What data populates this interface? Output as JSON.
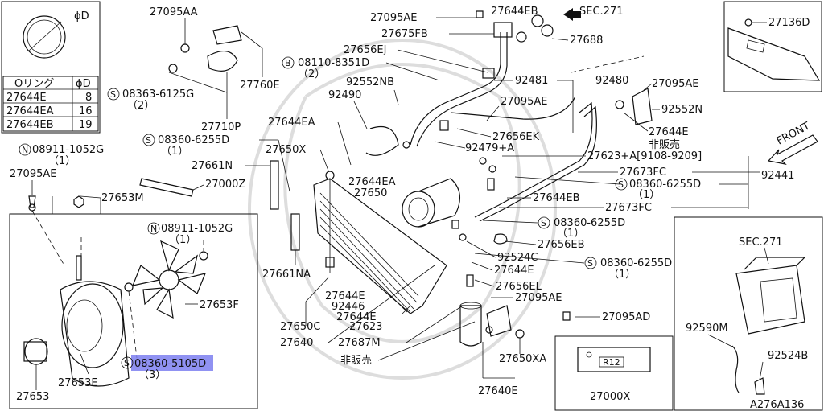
{
  "diameter_symbol": "ϕD",
  "oring_table": {
    "header": [
      "Oリング",
      "ϕD"
    ],
    "rows": [
      {
        "part": "27644E",
        "d": "8"
      },
      {
        "part": "27644EA",
        "d": "16"
      },
      {
        "part": "27644EB",
        "d": "19"
      }
    ]
  },
  "labels": {
    "l27095AA": "27095AA",
    "l08363": "08363-6125G",
    "l08363q": "（2）",
    "l27760E": "27760E",
    "l27710P": "27710P",
    "l08360a": "08360-6255D",
    "l08360aq": "（1）",
    "l08911a": "08911-1052G",
    "l08911aq": "（1）",
    "l27095AEa": "27095AE",
    "l27653M": "27653M",
    "l27000Z": "27000Z",
    "l27661N": "27661N",
    "l08911b": "08911-1052G",
    "l08911bq": "（1）",
    "l27653F": "27653F",
    "l08360b": "08360-5105D",
    "l08360bq": "（3）",
    "l27653E": "27653E",
    "l27653": "27653",
    "l27095AEb": "27095AE",
    "l27675FB": "27675FB",
    "l27656EJ": "27656EJ",
    "l08110": "08110-8351D",
    "l08110q": "（2）",
    "l92552NB": "92552NB",
    "l92490": "92490",
    "l27644EAa": "27644EA",
    "l27650X": "27650X",
    "l27644EAb": "27644EA",
    "l27650": "27650",
    "l27661NA": "27661NA",
    "l27644Ea": "27644E",
    "l92446": "92446",
    "l27644Eb": "27644E",
    "l27650C": "27650C",
    "l27623": "27623",
    "l27640": "27640",
    "l27687M": "27687M",
    "l27644EBa": "27644EB",
    "lSEC271a": "SEC.271",
    "l27688": "27688",
    "l92481": "92481",
    "l92480": "92480",
    "l27095AEc": "27095AE",
    "l92552N": "92552N",
    "l27095AEd": "27095AE",
    "l27656EK": "27656EK",
    "l27644Ec": "27644E",
    "l92479": "92479+A",
    "lhihanbai1": "非販売",
    "l27623A": "27623+A[9108-9209]",
    "l27673FCa": "27673FC",
    "l92441": "92441",
    "l08360c": "08360-6255D",
    "l08360cq": "（1）",
    "l27644EBb": "27644EB",
    "l27673FCb": "27673FC",
    "l08360d": "08360-6255D",
    "l08360dq": "（1）",
    "l27656EB": "27656EB",
    "l92524C": "92524C",
    "l08360e": "08360-6255D",
    "l08360eq": "（1）",
    "l27644Ed": "27644E",
    "l27656EL": "27656EL",
    "l27095AEe": "27095AE",
    "l27095AD": "27095AD",
    "lhihanbai2": "非販売",
    "l27650XA": "27650XA",
    "l27640E": "27640E",
    "l27000X": "27000X",
    "lR12": "R12",
    "l27136D": "27136D",
    "lFRONT": "FRONT",
    "lSEC271b": "SEC.271",
    "l92590M": "92590M",
    "l92524B": "92524B",
    "lA276": "A276A136",
    "circleS": "S",
    "circleN": "N",
    "circleB": "B"
  }
}
